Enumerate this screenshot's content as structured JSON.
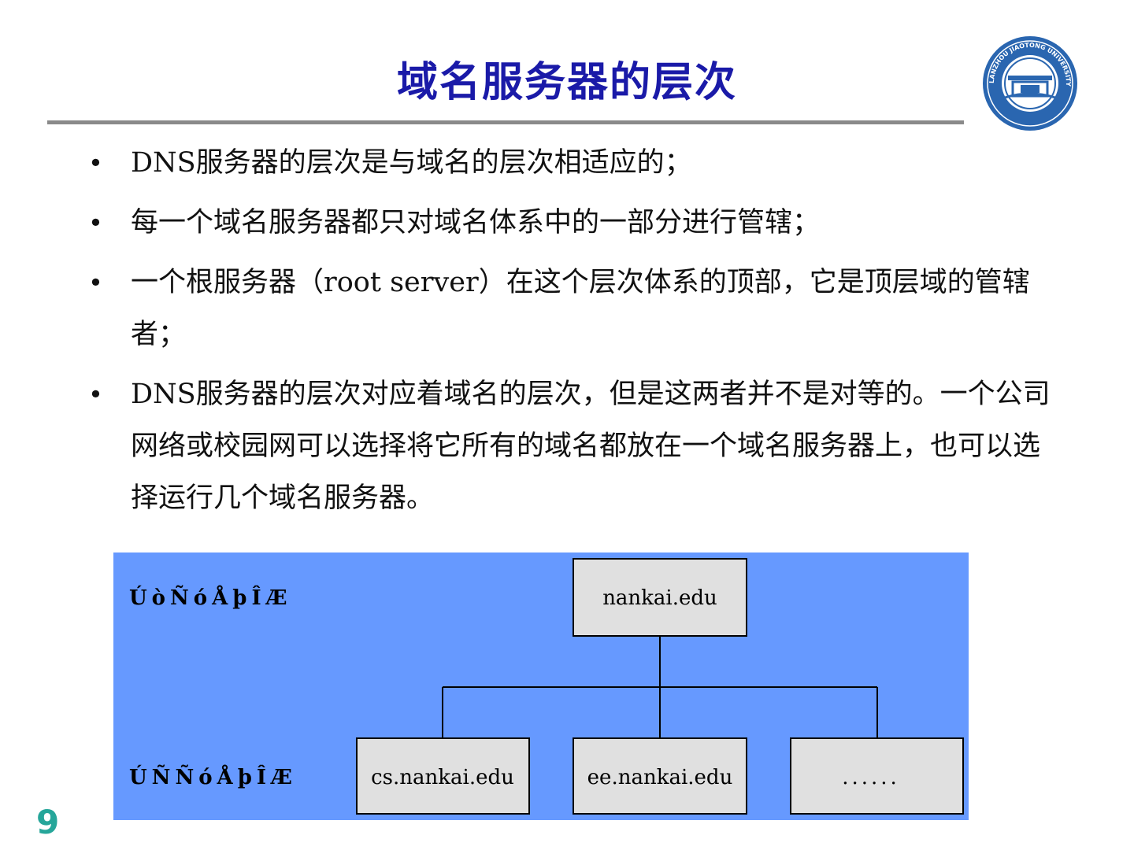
{
  "slide": {
    "title": "域名服务器的层次",
    "page_number": "9"
  },
  "bullets": [
    "DNS服务器的层次是与域名的层次相适应的；",
    "每一个域名服务器都只对域名体系中的一部分进行管辖；",
    "一个根服务器（root server）在这个层次体系的顶部，它是顶层域的管辖者；",
    " DNS服务器的层次对应着域名的层次，但是这两者并不是对等的。一个公司网络或校园网可以选择将它所有的域名都放在一个域名服务器上，也可以选择运行几个域名服务器。"
  ],
  "bullet_symbol": "•",
  "diagram": {
    "background_color": "#6699ff",
    "level_labels": [
      "ÚòÑóÅþÎÆ",
      "ÚÑÑóÅþÎÆ"
    ],
    "root_node": "nankai.edu",
    "child_nodes": [
      "cs.nankai.edu",
      "ee.nankai.edu",
      "......"
    ]
  },
  "colors": {
    "title": "#1a1aa8",
    "page_number": "#26a69a",
    "node_fill": "#e0e0e0"
  },
  "logo": {
    "icon": "university-seal-icon",
    "text": "LANZHOU JIAOTONG UNIVERSITY"
  }
}
